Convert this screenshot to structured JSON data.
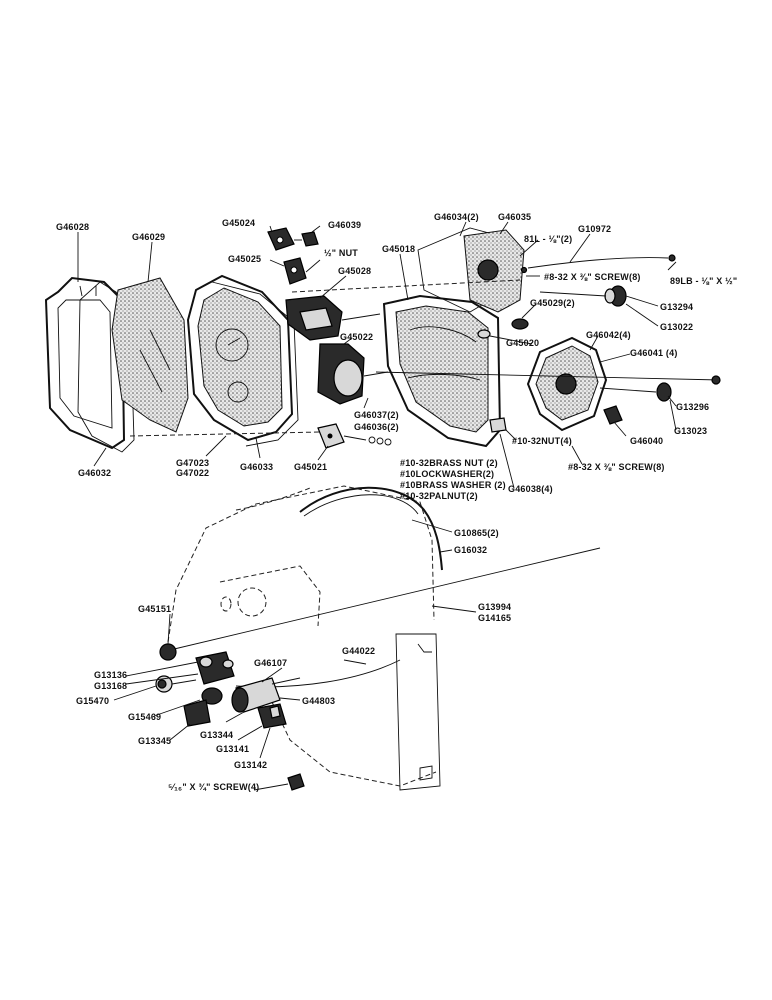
{
  "labels": {
    "g46028": "G46028",
    "g46029": "G46029",
    "g46032": "G46032",
    "g47023": "G47023",
    "g47022": "G47022",
    "g46033": "G46033",
    "g45024": "G45024",
    "g46039": "G46039",
    "half_nut": "½\" NUT",
    "g45025": "G45025",
    "g45028": "G45028",
    "g45022": "G45022",
    "g45021": "G45021",
    "g45018": "G45018",
    "g46034": "G46034(2)",
    "g46035": "G46035",
    "g10972": "G10972",
    "lb81": "81L - ⅛\"(2)",
    "screw832_a": "#8-32 X ⅜\" SCREW(8)",
    "lb89": "89LB - ⅛\" X ½\"",
    "g13294": "G13294",
    "g45029": "G45029(2)",
    "g13022": "G13022",
    "g45020": "G45020",
    "g46042": "G46042(4)",
    "g46041": "G46041 (4)",
    "g13296": "G13296",
    "g13023": "G13023",
    "g46040": "G46040",
    "g46037": "G46037(2)",
    "g46036": "G46036(2)",
    "nut1032_4": "#10-32NUT(4)",
    "screw832_b": "#8-32 X ⅜\" SCREW(8)",
    "g46038": "G46038(4)",
    "hw1": "#10-32BRASS NUT (2)",
    "hw2": "#10LOCKWASHER(2)",
    "hw3": "#10BRASS WASHER (2)",
    "hw4": "#10-32PALNUT(2)",
    "g10865": "G10865(2)",
    "g16032": "G16032",
    "g13994": "G13994",
    "g14165": "G14165",
    "g45151": "G45151",
    "g44022": "G44022",
    "g13136": "G13136",
    "g13168": "G13168",
    "g15470": "G15470",
    "g46107": "G46107",
    "g44803": "G44803",
    "g15469": "G15469",
    "g13345": "G13345",
    "g13344": "G13344",
    "g13141": "G13141",
    "g13142": "G13142",
    "screw_bottom": "⁵⁄₁₆\" X ¾\" SCREW(4)"
  }
}
